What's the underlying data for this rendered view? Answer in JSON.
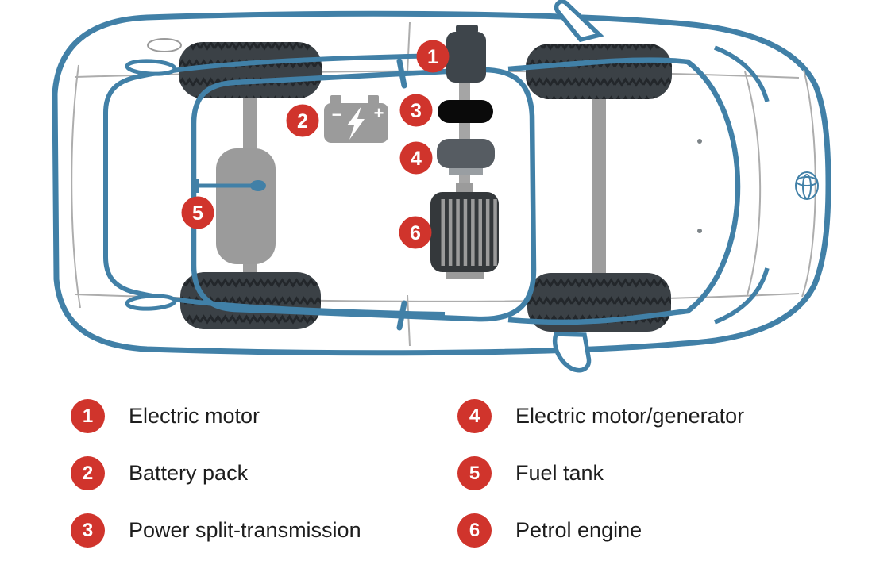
{
  "diagram": {
    "description": "Hybrid car drivetrain cutaway, top view",
    "brand_emblem_icon": "toyota-logo",
    "battery": {
      "minus_sign": "−",
      "plus_sign": "+",
      "bolt_icon": "lightning-bolt"
    },
    "markers": [
      {
        "number": "1",
        "component": "Electric motor"
      },
      {
        "number": "2",
        "component": "Battery pack"
      },
      {
        "number": "3",
        "component": "Power split-transmission"
      },
      {
        "number": "4",
        "component": "Electric motor/generator"
      },
      {
        "number": "5",
        "component": "Fuel tank"
      },
      {
        "number": "6",
        "component": "Petrol engine"
      }
    ],
    "colors": {
      "marker_red": "#d0342c",
      "car_outline_blue": "#4180a7",
      "component_gray": "#9b9b9b",
      "engine_dark": "#34383b",
      "transmission_black": "#0a0a0a",
      "tire_dark": "#3b4146"
    }
  },
  "legend": {
    "columns": [
      {
        "items": [
          {
            "number": "1",
            "label": "Electric motor"
          },
          {
            "number": "2",
            "label": "Battery pack"
          },
          {
            "number": "3",
            "label": "Power split-transmission"
          }
        ]
      },
      {
        "items": [
          {
            "number": "4",
            "label": "Electric motor/generator"
          },
          {
            "number": "5",
            "label": "Fuel tank"
          },
          {
            "number": "6",
            "label": "Petrol engine"
          }
        ]
      }
    ]
  }
}
